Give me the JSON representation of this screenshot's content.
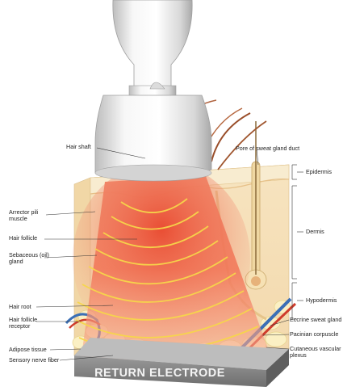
{
  "labels": {
    "hair_shaft": "Hair shaft",
    "pore": "Pore of sweat gland duct",
    "epidermis": "Epidermis",
    "dermis": "Dermis",
    "hypodermis": "Hypodermis",
    "arrector_pili": "Arrector pili\nmuscle",
    "hair_follicle": "Hair follicle",
    "sebaceous_gland": "Sebaceous (oil)\ngland",
    "hair_root": "Hair root",
    "hair_follicle_receptor": "Hair follicle\nreceptor",
    "adipose_tissue": "Adipose tissue",
    "sensory_nerve_fiber": "Sensory nerve fiber",
    "eccrine_sweat_gland": "Eccrine sweat gland",
    "pacinian_corpuscle": "Pacinian corpuscle",
    "cutaneous_plexus": "Cutaneous vascular\nplexus",
    "return_electrode": "RETURN ELECTRODE"
  },
  "colors": {
    "epidermis": "#f7e3b8",
    "dermis": "#fbe6c4",
    "beam_core": "#ef5a3c",
    "beam_edge": "#fbd0b0",
    "waves": "#f6d64a",
    "plate": "#8a8a8a",
    "handpiece": "#e8e8e8"
  }
}
